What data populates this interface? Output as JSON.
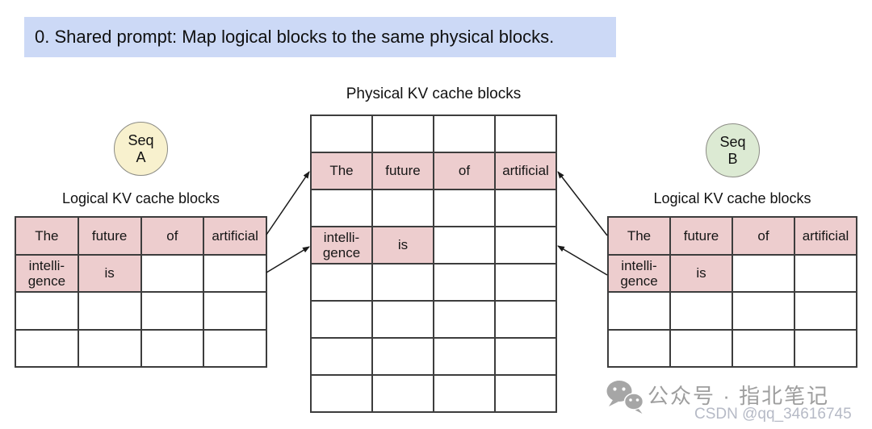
{
  "header": {
    "title": "0. Shared prompt: Map logical blocks to the same physical blocks."
  },
  "physical": {
    "title": "Physical KV cache blocks",
    "rows": [
      [
        "",
        "",
        "",
        ""
      ],
      [
        "The",
        "future",
        "of",
        "artificial"
      ],
      [
        "",
        "",
        "",
        ""
      ],
      [
        "intelli-\ngence",
        "is",
        "",
        ""
      ],
      [
        "",
        "",
        "",
        ""
      ],
      [
        "",
        "",
        "",
        ""
      ],
      [
        "",
        "",
        "",
        ""
      ],
      [
        "",
        "",
        "",
        ""
      ]
    ]
  },
  "seq_a": {
    "badge": "Seq\nA",
    "table_title": "Logical KV cache blocks",
    "rows": [
      [
        "The",
        "future",
        "of",
        "artificial"
      ],
      [
        "intelli-\ngence",
        "is",
        "",
        ""
      ],
      [
        "",
        "",
        "",
        ""
      ],
      [
        "",
        "",
        "",
        ""
      ]
    ]
  },
  "seq_b": {
    "badge": "Seq\nB",
    "table_title": "Logical KV cache blocks",
    "rows": [
      [
        "The",
        "future",
        "of",
        "artificial"
      ],
      [
        "intelli-\ngence",
        "is",
        "",
        ""
      ],
      [
        "",
        "",
        "",
        ""
      ],
      [
        "",
        "",
        "",
        ""
      ]
    ]
  },
  "watermark": {
    "icon": "wechat-icon",
    "label": "公众号 · 指北笔记",
    "sub": "CSDN @qq_34616745"
  },
  "colors": {
    "title_bg": "#ccd9f6",
    "cell_fill": "#edcdce",
    "border": "#3d3d3d",
    "seq_a_fill": "#f8f1ce",
    "seq_b_fill": "#dcead3",
    "arrow": "#1a1a1a",
    "wm_gray": "#9e9e9e",
    "wm_sub": "#b6bac6"
  }
}
